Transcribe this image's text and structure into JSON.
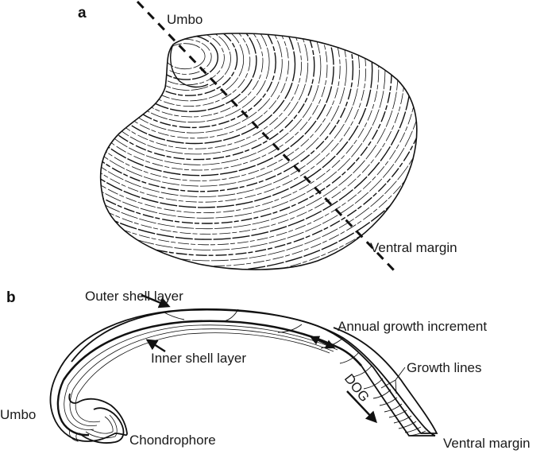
{
  "figure": {
    "panels": [
      {
        "id": "a",
        "label": "a",
        "description": "External view of bivalve shell with axis of maximum growth",
        "annotations": {
          "umbo": "Umbo",
          "ventral_margin": "Ventral margin"
        }
      },
      {
        "id": "b",
        "label": "b",
        "description": "Cross section of shell along axis of maximum growth",
        "annotations": {
          "outer_shell_layer": "Outer shell layer",
          "inner_shell_layer": "Inner shell layer",
          "annual_growth_increment": "Annual growth increment",
          "growth_lines": "Growth lines",
          "umbo": "Umbo",
          "chondrophore": "Chondrophore",
          "dog": "DOG",
          "ventral_margin": "Ventral margin"
        }
      }
    ],
    "colors": {
      "ink": "#111111",
      "background": "#ffffff"
    }
  }
}
